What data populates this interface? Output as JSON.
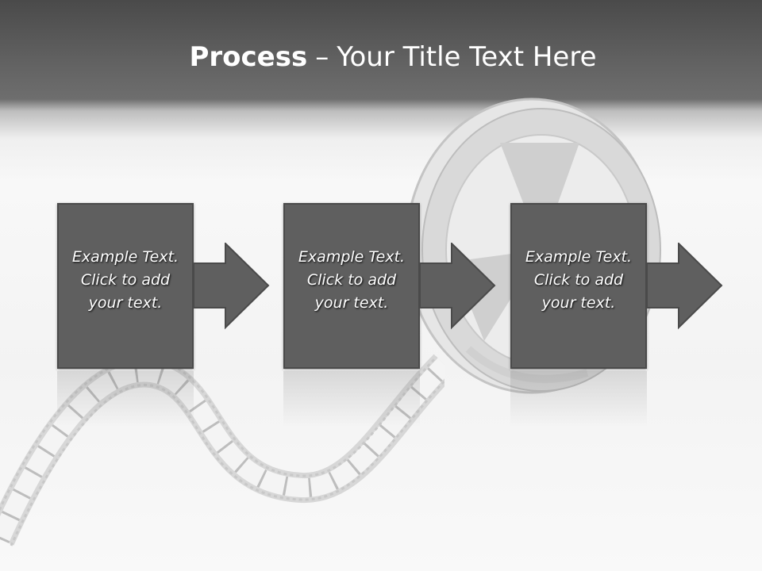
{
  "title": {
    "bold": "Process",
    "separator": "–",
    "rest": "Your Title Text Here"
  },
  "steps": [
    {
      "line1": "Example Text.",
      "line2": "Click  to add",
      "line3": "your text."
    },
    {
      "line1": "Example Text.",
      "line2": "Click  to add",
      "line3": "your text."
    },
    {
      "line1": "Example Text.",
      "line2": "Click  to add",
      "line3": "your text."
    }
  ],
  "colors": {
    "header": "#5a5a5a",
    "box": "#5f5f5f",
    "box_border": "#4a4a4a",
    "text": "#ffffff"
  }
}
